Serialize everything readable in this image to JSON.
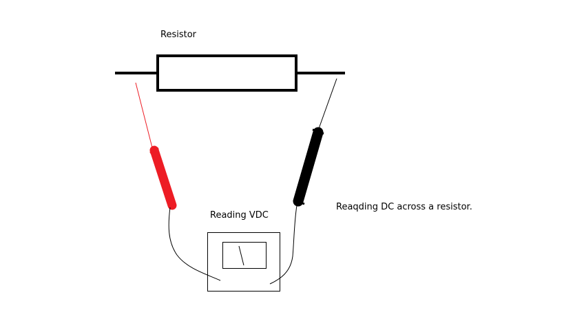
{
  "labels": {
    "resistor": "Resistor",
    "meter": "Reading VDC",
    "caption": "Reaqding DC across a resistor."
  },
  "colors": {
    "background": "#ffffff",
    "outline": "#000000",
    "red_probe": "#ed1c24",
    "black_probe": "#000000"
  }
}
